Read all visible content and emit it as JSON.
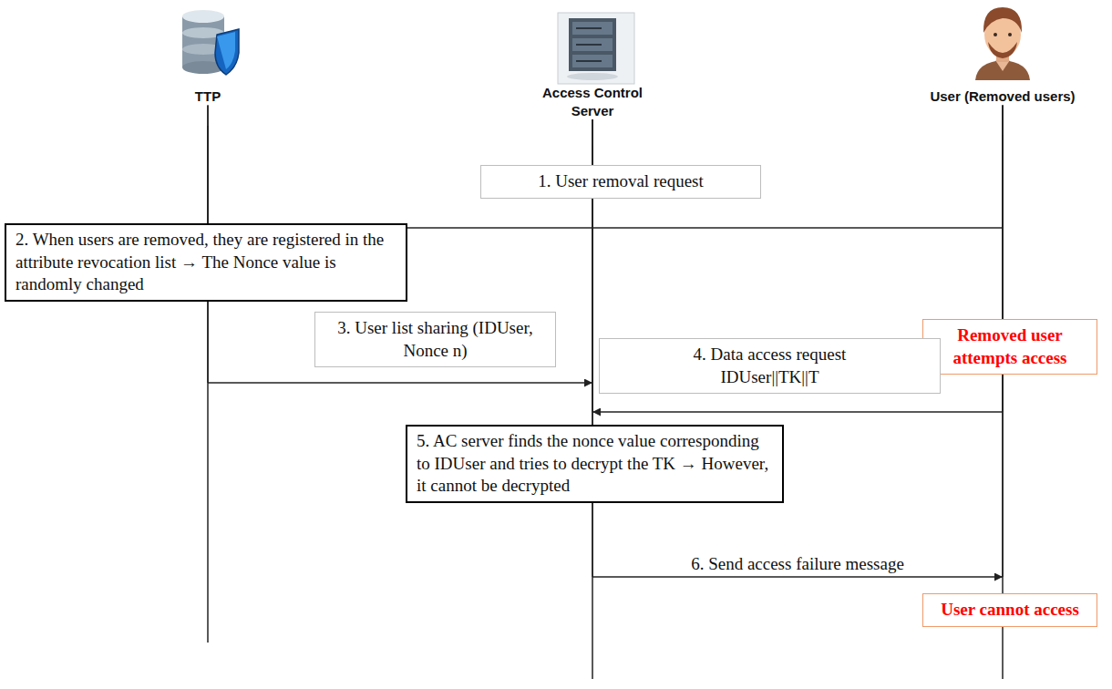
{
  "diagram": {
    "nodes": [
      {
        "text": [
          "TTP"
        ]
      },
      {
        "text": [
          "Access Control Server"
        ]
      },
      {
        "text": [
          "User (Removed users)"
        ]
      },
      {
        "text": [
          "1. User removal request"
        ]
      },
      {
        "text": [
          "2. When users are removed, they are registered in the attribute revocation list → The Nonce value is randomly changed"
        ]
      },
      {
        "text": [
          "3. User list sharing (IDUser, Nonce n)"
        ]
      },
      {
        "text": [
          "Removed user attempts access"
        ]
      },
      {
        "text": [
          "4. Data access request IDUser||TK||T"
        ]
      },
      {
        "text": [
          "5. AC server finds the nonce value corresponding to IDUser and tries to decrypt the TK → However, it cannot be decrypted"
        ]
      },
      {
        "text": [
          "User cannot access"
        ]
      }
    ],
    "edges": [
      {
        "from": 2,
        "to": 0,
        "arrow": "to"
      },
      {
        "from": 0,
        "to": 1,
        "arrow": "to"
      },
      {
        "from": 2,
        "to": 1,
        "arrow": "to"
      },
      {
        "from": 1,
        "to": 2,
        "label": "6. Send access failure message",
        "arrow": "to"
      }
    ]
  }
}
